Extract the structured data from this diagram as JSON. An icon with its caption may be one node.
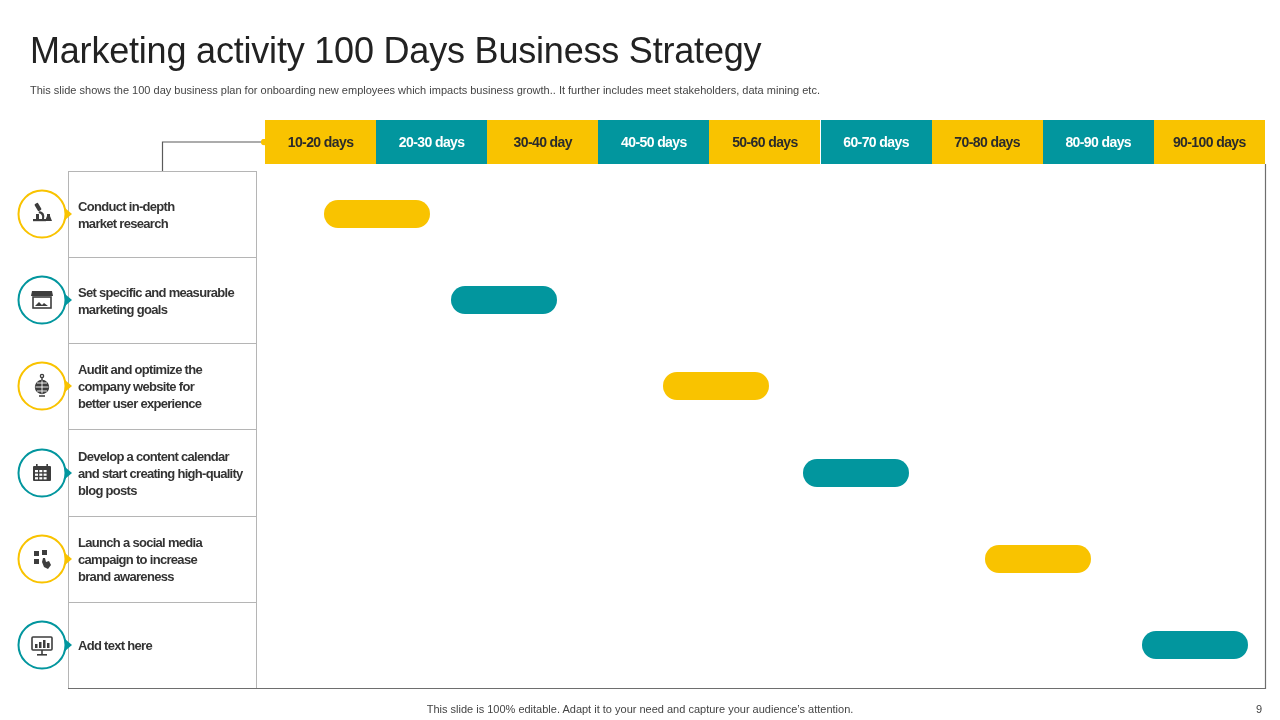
{
  "diagram": {
    "title": "Marketing activity 100 Days Business Strategy",
    "nodes": [
      {
        "text": [
          "10-20 days"
        ]
      },
      {
        "text": [
          "20-30 days"
        ]
      },
      {
        "text": [
          "30-40 day"
        ]
      },
      {
        "text": [
          "40-50 days"
        ]
      },
      {
        "text": [
          "50-60 days"
        ]
      },
      {
        "text": [
          "60-70 days"
        ]
      },
      {
        "text": [
          "70-80 days"
        ]
      },
      {
        "text": [
          "80-90 days"
        ]
      },
      {
        "text": [
          "90-100 days"
        ]
      },
      {
        "text": [],
        "shape": "box"
      },
      {
        "text": [
          "Conduct in-depth market research"
        ],
        "in": 9
      },
      {
        "text": [
          "Set specific and measurable marketing goals"
        ],
        "in": 9
      },
      {
        "text": [
          "Audit and optimize the company website for better user experience"
        ],
        "in": 9
      },
      {
        "text": [
          "Develop a content calendar and start creating high-quality blog posts"
        ],
        "in": 9
      },
      {
        "text": [
          "Launch a social media campaign to increase brand awareness"
        ],
        "in": 9
      },
      {
        "text": [
          "Add text here"
        ],
        "in": 9
      },
      {
        "text": [],
        "shape": "bar"
      },
      {
        "text": [],
        "shape": "bar"
      },
      {
        "text": [],
        "shape": "bar"
      },
      {
        "text": [],
        "shape": "bar"
      },
      {
        "text": [],
        "shape": "bar"
      },
      {
        "text": [],
        "shape": "bar"
      }
    ],
    "edges": [
      {
        "from": 9,
        "to": 0,
        "arrow": "other"
      }
    ],
    "labels": [
      "This slide shows the 100 day business plan for onboarding new employees which impacts business growth.. It further includes meet stakeholders, data mining etc.",
      "This slide is 100% editable. Adapt it to your need and capture your audience’s attention.",
      "9"
    ]
  }
}
